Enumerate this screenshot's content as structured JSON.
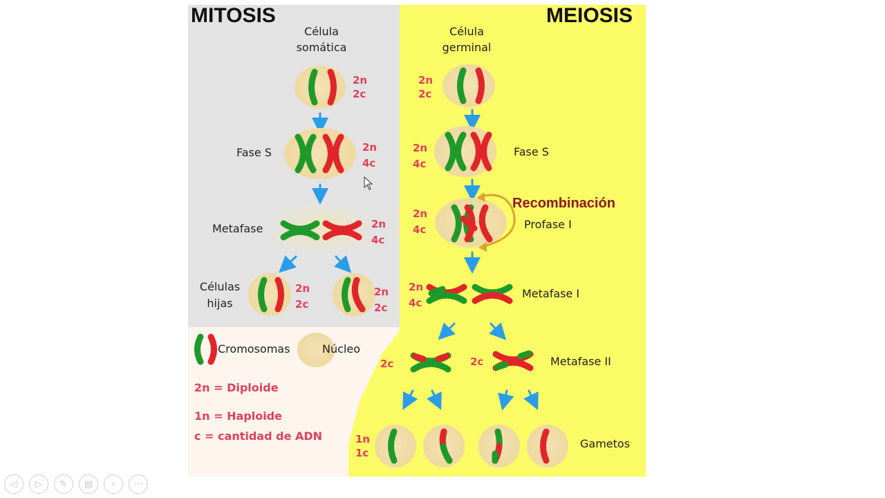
{
  "titles": {
    "mitosis": "MITOSIS",
    "meiosis": "MEIOSIS"
  },
  "mitosis": {
    "cell_type": [
      "Célula",
      "somática"
    ],
    "stages": {
      "fase_s": "Fase S",
      "metafase": "Metafase",
      "hijas": [
        "Células",
        "hijas"
      ]
    },
    "ploidy": {
      "start": [
        "2n",
        "2c"
      ],
      "fase_s": [
        "2n",
        "4c"
      ],
      "metafase": [
        "2n",
        "4c"
      ],
      "hija_1": [
        "2n",
        "2c"
      ],
      "hija_2": [
        "2n",
        "2c"
      ]
    }
  },
  "meiosis": {
    "cell_type": [
      "Célula",
      "germinal"
    ],
    "stages": {
      "fase_s": "Fase S",
      "profase": "Profase I",
      "metafase1": "Metafase I",
      "metafase2": "Metafase II",
      "gametos": "Gametos"
    },
    "recombination": "Recombinación",
    "ploidy": {
      "start": [
        "2n",
        "2c"
      ],
      "fase_s": [
        "2n",
        "4c"
      ],
      "profase": [
        "2n",
        "4c"
      ],
      "metafase1": [
        "2n",
        "4c"
      ],
      "metafase2_a": "2c",
      "metafase2_b": "2c",
      "gametos": [
        "1n",
        "1c"
      ]
    }
  },
  "legend": {
    "cromosomas": "Cromosomas",
    "nucleo": "Núcleo",
    "diploide": "2n = Diploide",
    "haploide": "1n = Haploide",
    "cantidad": "c = cantidad de ADN"
  },
  "colors": {
    "mitosis_bg": "#e3e3e3",
    "meiosis_bg": "#fbfb66",
    "legend_bg": "#fdf5ee",
    "nucleus": "#f2dfaa",
    "green": "#1f9a2a",
    "red": "#e0262a",
    "arrow": "#2a9de8",
    "ploidy": "#e0405a",
    "recombination": "#8b1a1a",
    "recombination_arrow": "#d9a530"
  },
  "toolbar": {
    "icons": [
      "previous-icon",
      "next-icon",
      "pen-icon",
      "pages-icon",
      "zoom-icon",
      "more-icon"
    ],
    "glyphs": [
      "◁",
      "▷",
      "✎",
      "▤",
      "⌕",
      "···"
    ]
  }
}
